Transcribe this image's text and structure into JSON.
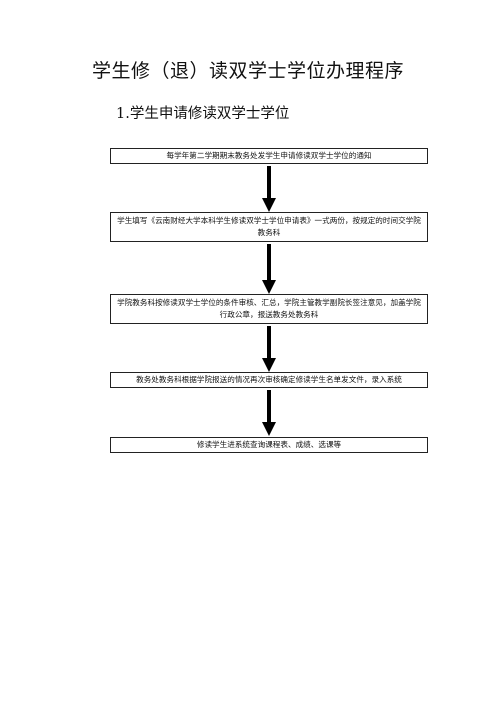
{
  "document": {
    "title": "学生修（退）读双学士学位办理程序",
    "section_heading": "1.学生申请修读双学士学位"
  },
  "flowchart": {
    "steps": [
      {
        "text": "每学年第二学期期末教务处发学生申请修读双学士学位的通知"
      },
      {
        "text": "学生填写《云南财经大学本科学生修读双学士学位申请表》一式两份，按规定的时间交学院教务科"
      },
      {
        "text": "学院教务科按修读双学士学位的条件审核、汇总，学院主管教学副院长签注意见，加盖学院行政公章，报送教务处教务科"
      },
      {
        "text": "教务处教务科根据学院报送的情况再次审核确定修读学生名单发文件，录入系统"
      },
      {
        "text": "修读学生进系统查询课程表、成绩、选课等"
      }
    ]
  },
  "colors": {
    "text": "#111111",
    "border": "#222222",
    "arrow": "#000000"
  }
}
